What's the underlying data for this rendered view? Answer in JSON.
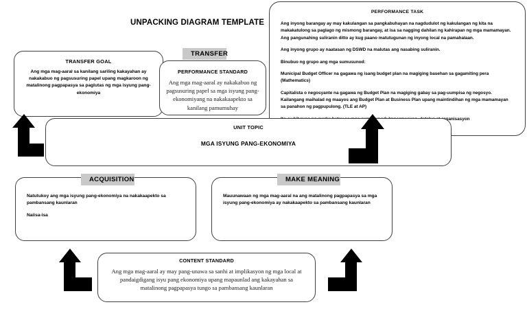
{
  "title": "UNPACKING DIAGRAM TEMPLATE",
  "colors": {
    "tab_background": "#c9c9c9",
    "box_border": "#3f3f3f",
    "page_background": "#ffffff",
    "arrow_fill": "#000000"
  },
  "transfer_goal": {
    "heading": "TRANSFER GOAL",
    "body": "Ang mga mag-aaral sa kanilang sariling kakayahan ay nakakabuo ng pagsusuring papel upang magkaroon ng matalinong pagpapasya sa paglutas ng mga isyung pang-ekonomiya"
  },
  "transfer_tab": {
    "label": "TRANSFER"
  },
  "performance_standard": {
    "heading": "PERFORMANCE STANDARD",
    "body": "Ang mga mag-aaral ay nakakabuo ng pagsusuring papel sa mga isyung pang-ekonomiyang na nakakaapekto sa kanilang pamumuhay"
  },
  "performance_task": {
    "heading": "PERFORMANCE TASK",
    "paragraphs": [
      "Ang inyong barangay ay may kakulangan sa pangkabuhayan na nagdudulot ng kakulangan ng kita na makakatulong sa paglago ng mismong barangay, at isa sa nagging dahilan ng kahirapan ng mga mamamayan. Ang pangunahing suliranin ditto ay kug paano matutugunan ng inyong local na pamahalaan.",
      "Ang inyong grupo ay naatasan ng DSWD na malutas ang nasabing suliranin.",
      "Binubuo ng grupo ang mga sumusunod:",
      "Municipal Budget Officer na gagawa ng isang budget plan na magiging basehan sa gagamiting pera (Mathematics)",
      "Capitalista o negosyante na gagawa ng Budget Plan na magiging gabay sa pag-uumpisa ng negosyo. Kailangang maihalad ng maayos ang Budget Plan at Business Plan upang maintindihan ng mga mamamayan sa panahon ng pagpupulong. (TLE at AP)",
      "Ito ay bibgyan ng marka batay sa mga sumusunod: Impormasyon, detalye at organisasyon"
    ]
  },
  "unit_topic": {
    "heading": "UNIT TOPIC",
    "topic": "MGA ISYUNG PANG-EKONOMIYA"
  },
  "acquisition": {
    "tab_label": "ACQUISITION",
    "paragraphs": [
      "Natutukoy ang mga isyung pang-ekonomiya na nakakaapekto sa pambansang kaunlaran",
      "Naiisa-isa"
    ]
  },
  "make_meaning": {
    "tab_label": "MAKE MEANING",
    "paragraphs": [
      "Mauunawaan ng mga mag-aaral na ang matalinong pagpapasya sa mga isyung pang-ekonomiya ay nakakaapekto sa pambansang kaunlaran"
    ]
  },
  "content_standard": {
    "heading": "CONTENT STANDARD",
    "body": "Ang mga mag-aaral ay may pang-unawa sa sanhi at implikasyon ng mga local at pandaigdigang isyu pang ekonomiya upang mapaunlad ang kakayahan sa matalinong pagpapasya tungo sa pambansang kaunlaran"
  },
  "arrows": [
    {
      "name": "arrow-transfer-goal-up",
      "direction": "elbow-up-left"
    },
    {
      "name": "arrow-performance-task-up",
      "direction": "elbow-up-right"
    },
    {
      "name": "arrow-acquisition-up",
      "direction": "elbow-up-left"
    },
    {
      "name": "arrow-make-meaning-up",
      "direction": "elbow-up-right"
    }
  ]
}
